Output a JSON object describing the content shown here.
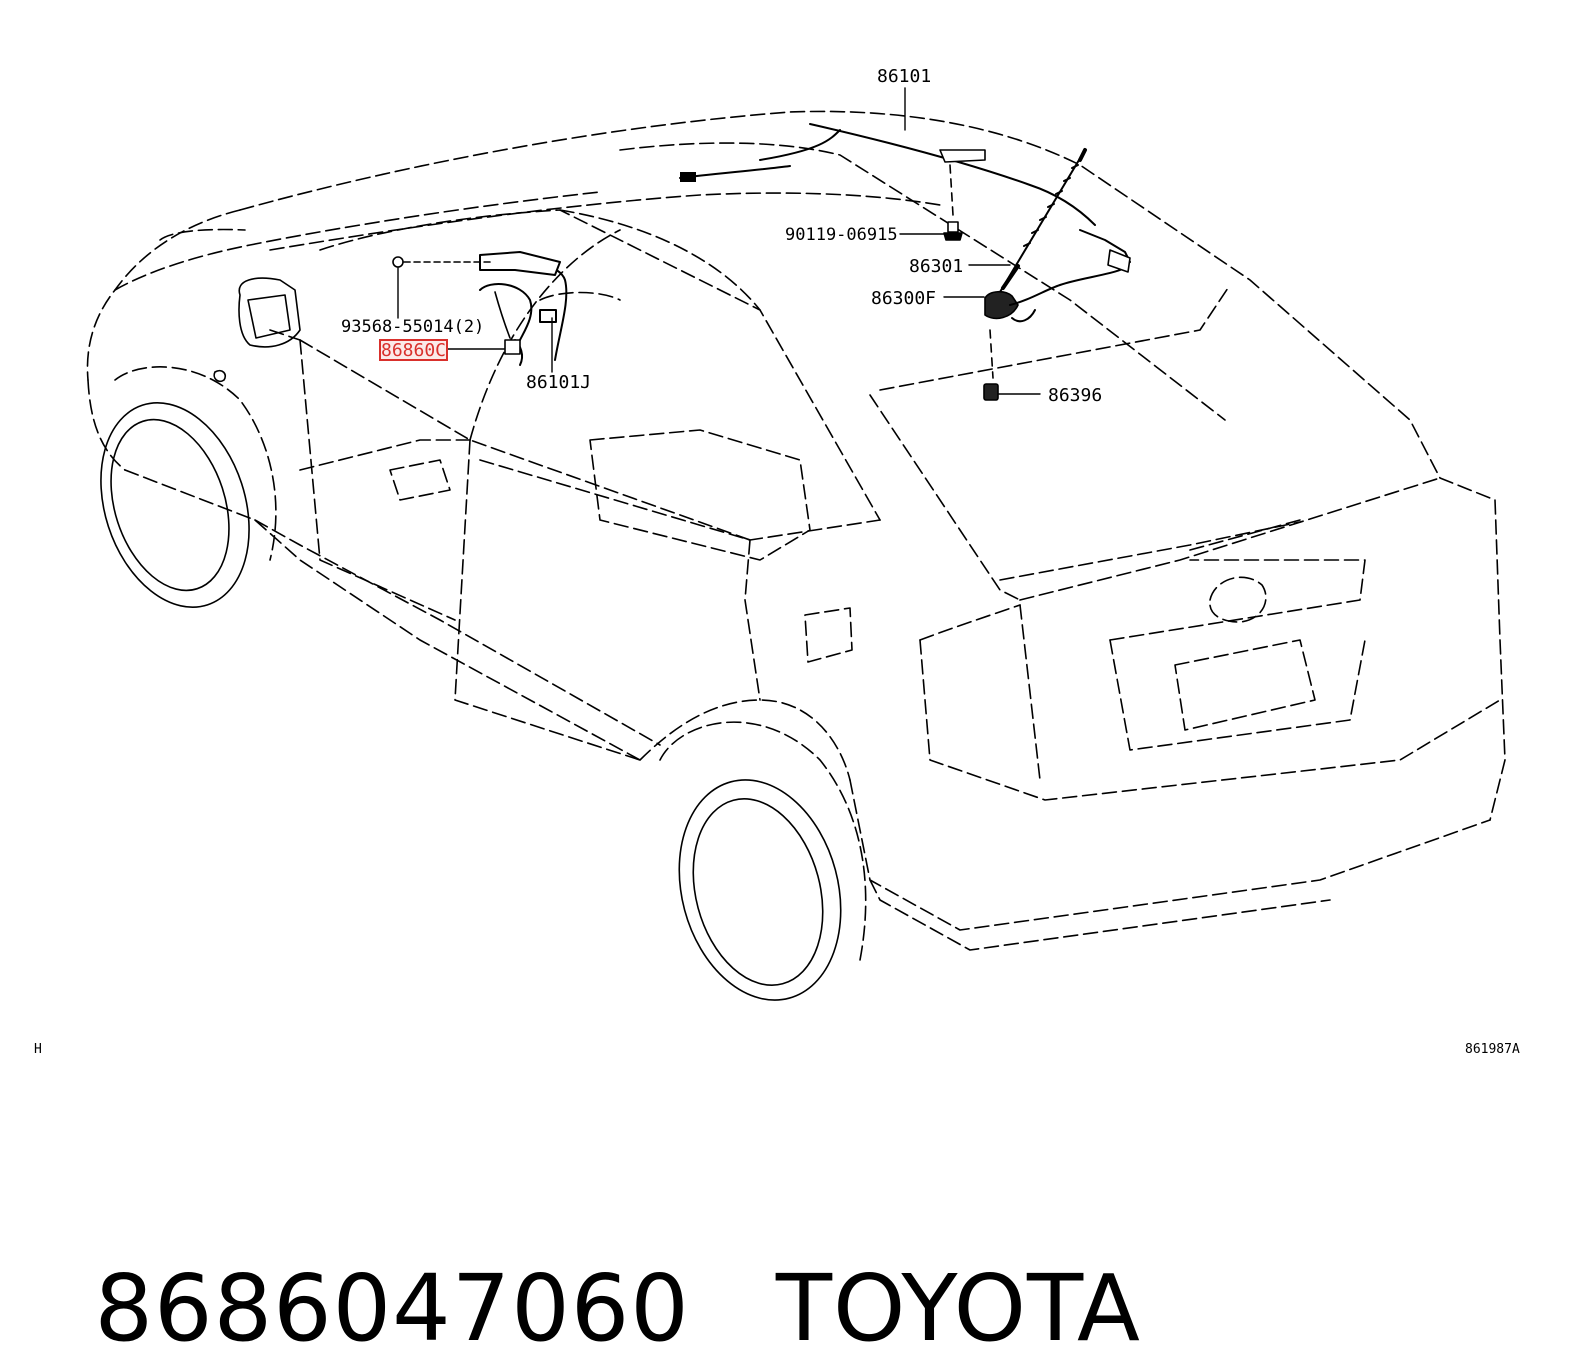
{
  "diagram": {
    "part_labels": {
      "p86101": "86101",
      "p90119": "90119-06915",
      "p86301": "86301",
      "p86300f": "86300F",
      "p86396": "86396",
      "p93568": "93568-55014(2)",
      "p86860c": "86860C",
      "p86101j": "86101J"
    },
    "highlighted_label": "86860C",
    "highlight_color": "#d9302c",
    "corner_left": "H",
    "corner_right": "861987A"
  },
  "caption": {
    "part_number": "8686047060",
    "brand": "TOYOTA"
  }
}
